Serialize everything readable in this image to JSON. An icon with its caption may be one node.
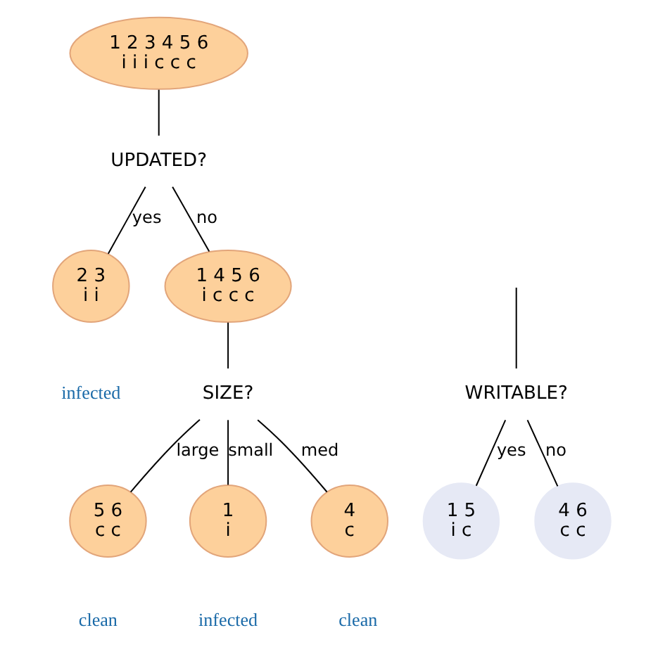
{
  "diagram": {
    "nodes": [
      {
        "text": [
          "1 2 3 4 5 6",
          "i i i c c c"
        ]
      },
      {
        "text": [
          "UPDATED?"
        ]
      },
      {
        "text": [
          "2 3",
          "i i"
        ],
        "beside": [
          "infected"
        ]
      },
      {
        "text": [
          "1 4 5 6",
          "i c c c"
        ]
      },
      {
        "text": [
          "WRITABLE?"
        ]
      },
      {
        "text": [
          "SIZE?"
        ]
      },
      {
        "text": [
          "1 5",
          "i c"
        ]
      },
      {
        "text": [
          "4 6",
          "c c"
        ]
      },
      {
        "text": [
          "5 6",
          "c c"
        ],
        "beside": [
          "clean"
        ]
      },
      {
        "text": [
          "1",
          "i"
        ],
        "beside": [
          "infected"
        ]
      },
      {
        "text": [
          "4",
          "c"
        ],
        "beside": [
          "clean"
        ]
      }
    ],
    "edges": [
      {
        "from": 0,
        "to": 1,
        "arrow": "none"
      },
      {
        "from": 1,
        "to": 2,
        "arrow": "none",
        "label": "yes"
      },
      {
        "from": 1,
        "to": 3,
        "arrow": "none",
        "label": "no"
      },
      {
        "from": 3,
        "to": 5,
        "arrow": "none"
      },
      {
        "from": null,
        "to": 4,
        "arrow": "none"
      },
      {
        "from": 4,
        "to": 6,
        "arrow": "none",
        "label": "yes"
      },
      {
        "from": 4,
        "to": 7,
        "arrow": "none",
        "label": "no"
      },
      {
        "from": 5,
        "to": 8,
        "arrow": "none",
        "label": "large"
      },
      {
        "from": 5,
        "to": 9,
        "arrow": "none",
        "label": "small"
      },
      {
        "from": 5,
        "to": 10,
        "arrow": "none",
        "label": "med"
      }
    ]
  }
}
